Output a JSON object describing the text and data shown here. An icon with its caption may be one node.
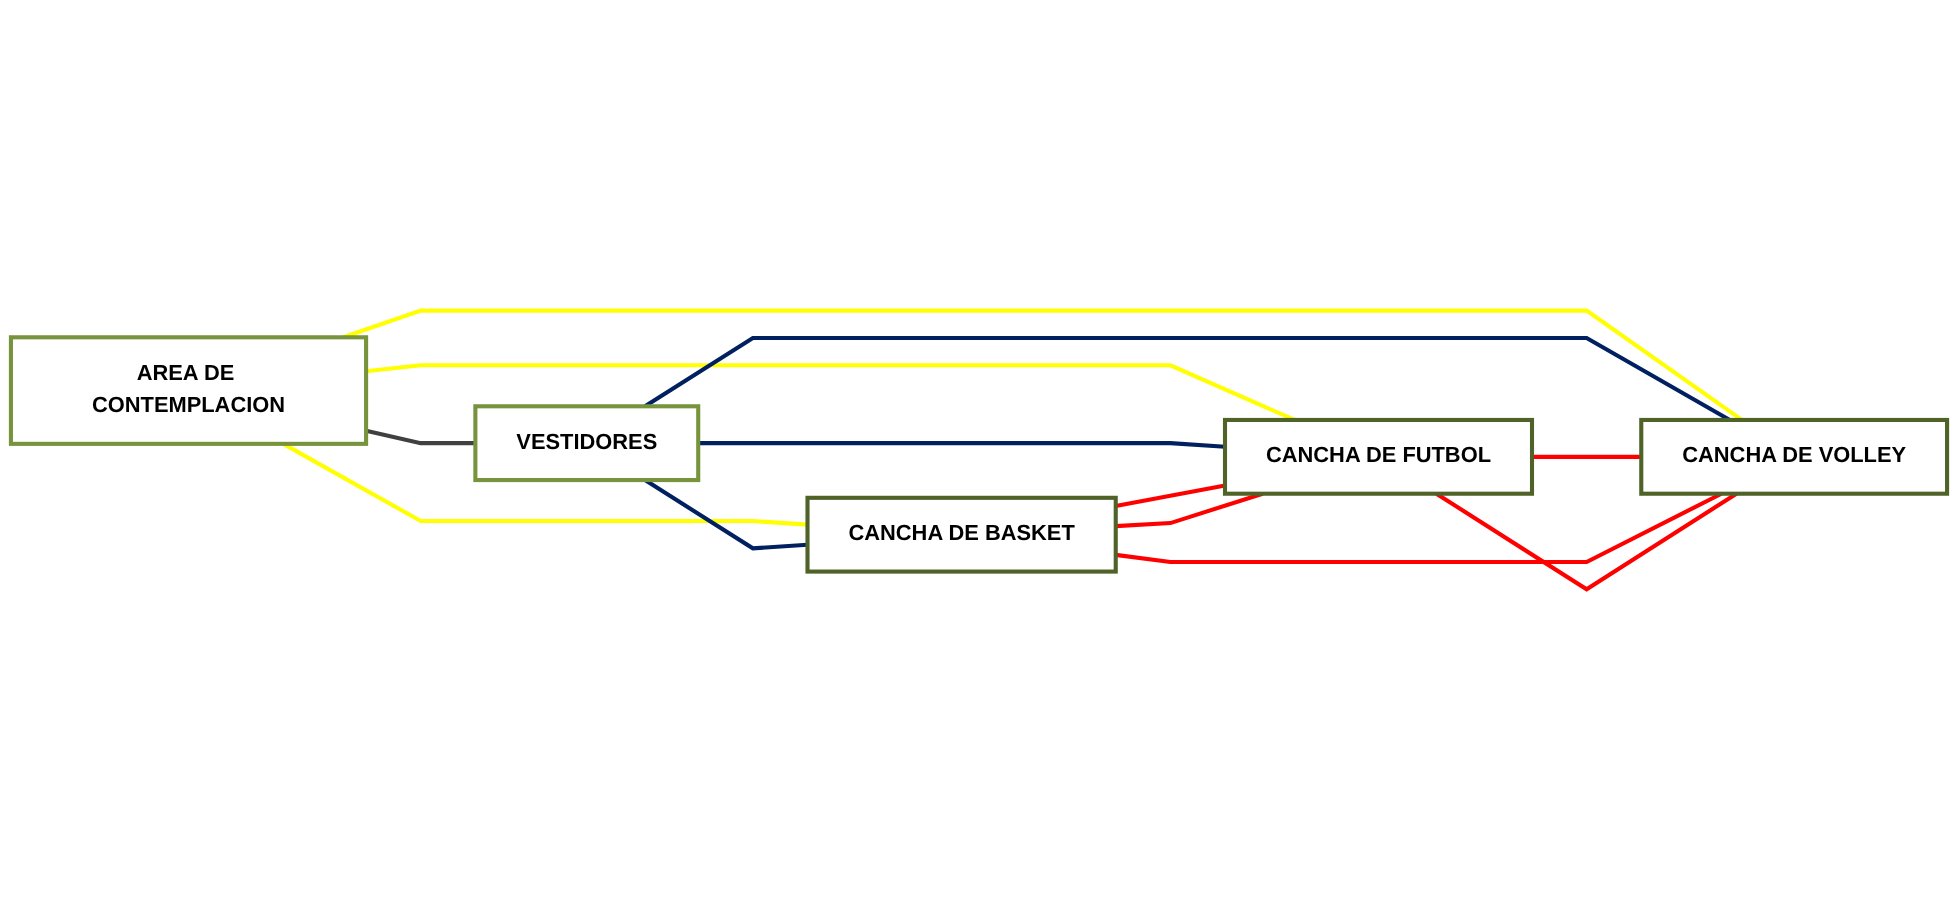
{
  "diagram": {
    "nodes": [
      {
        "text": [
          "CANCHA DE BASKET"
        ]
      },
      {
        "text": [
          "AREA DE CONTEMPLACION"
        ]
      },
      {
        "text": [
          "CANCHA DE FUTBOL"
        ]
      },
      {
        "text": [
          "VESTIDORES"
        ]
      },
      {
        "text": [
          "CANCHA DE VOLLEY"
        ]
      }
    ],
    "edges": [
      {
        "from": 1,
        "to": 0,
        "arrow": "none",
        "color": "#ffff00"
      },
      {
        "from": 1,
        "to": 2,
        "arrow": "none",
        "color": "#ffff00"
      },
      {
        "from": 1,
        "to": 4,
        "arrow": "none",
        "color": "#ffff00"
      },
      {
        "from": 1,
        "to": 3,
        "arrow": "none",
        "color": "#404040"
      },
      {
        "from": 3,
        "to": 0,
        "arrow": "none",
        "color": "#002060"
      },
      {
        "from": 3,
        "to": 2,
        "arrow": "none",
        "color": "#002060"
      },
      {
        "from": 3,
        "to": 4,
        "arrow": "none",
        "color": "#002060"
      },
      {
        "from": 0,
        "to": 2,
        "arrow": "none",
        "color": "#ff0000"
      },
      {
        "from": 2,
        "to": 4,
        "arrow": "none",
        "color": "#ff0000"
      },
      {
        "from": 0,
        "to": 2,
        "arrow": "none",
        "color": "#ff0000"
      },
      {
        "from": 0,
        "to": 4,
        "arrow": "none",
        "color": "#ff0000"
      },
      {
        "from": 2,
        "to": 4,
        "arrow": "none",
        "color": "#ff0000"
      }
    ]
  }
}
